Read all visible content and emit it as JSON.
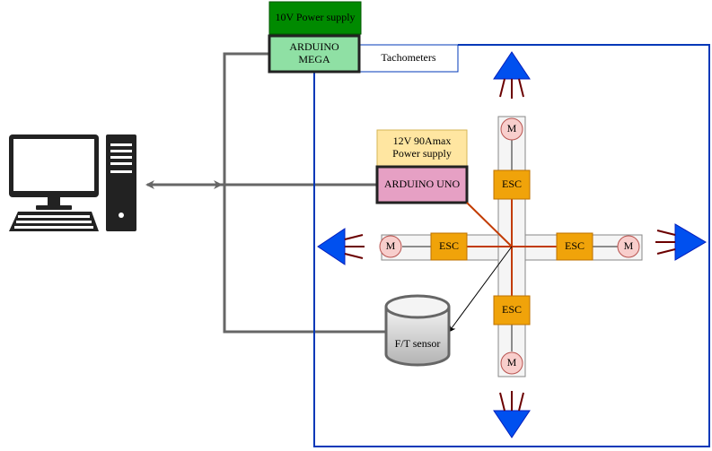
{
  "power_supply_10v": "10V Power supply",
  "arduino_mega": "ARDUINO\nMEGA",
  "tachometers": "Tachometers",
  "power_supply_12v": "12V 90Amax\nPower supply",
  "arduino_uno": "ARDUINO UNO",
  "esc_label": "ESC",
  "motor_label": "M",
  "ft_sensor": "F/T sensor",
  "colors": {
    "green_dark": "#008a00",
    "green_light": "#8fe0a4",
    "pink": "#e6a0c4",
    "orange": "#f0a30a",
    "yellow_light": "#ffe6a1",
    "motor_fill": "#f8cecc",
    "blue_wire": "#0038b8",
    "thruster_blue": "#0050ef",
    "red_wire": "#c23b00",
    "gray_wire": "#666666",
    "prop_brown": "#6b0000"
  }
}
